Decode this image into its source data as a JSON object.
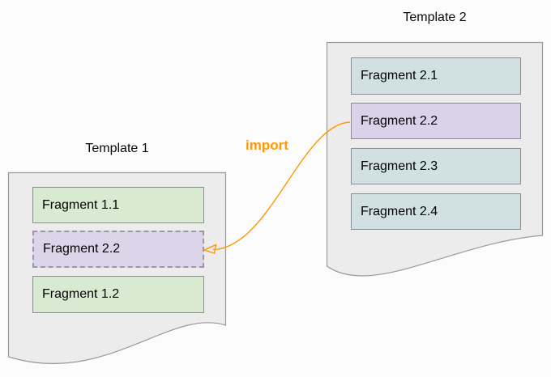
{
  "diagram": {
    "background": "#fcfcfc",
    "document_fill": "#ececec",
    "document_border": "#999999",
    "templates": [
      {
        "title": "Template 1",
        "shape": "document",
        "fragments": [
          {
            "label": "Fragment 1.1",
            "fill": "#d9ead3",
            "border_style": "solid"
          },
          {
            "label": "Fragment 2.2",
            "fill": "#d9d2e9",
            "border_style": "dashed",
            "imported": true
          },
          {
            "label": "Fragment 1.2",
            "fill": "#d9ead3",
            "border_style": "solid"
          }
        ]
      },
      {
        "title": "Template 2",
        "shape": "document",
        "fragments": [
          {
            "label": "Fragment 2.1",
            "fill": "#d0e0e3",
            "border_style": "solid"
          },
          {
            "label": "Fragment 2.2",
            "fill": "#d9d2e9",
            "border_style": "solid"
          },
          {
            "label": "Fragment 2.3",
            "fill": "#d0e0e3",
            "border_style": "solid"
          },
          {
            "label": "Fragment 2.4",
            "fill": "#d0e0e3",
            "border_style": "solid"
          }
        ]
      }
    ],
    "arrow": {
      "label": "import",
      "color": "#ff9900",
      "from_fragment": "Fragment 2.2 (Template 2)",
      "to_fragment": "Fragment 2.2 (Template 1)"
    }
  }
}
